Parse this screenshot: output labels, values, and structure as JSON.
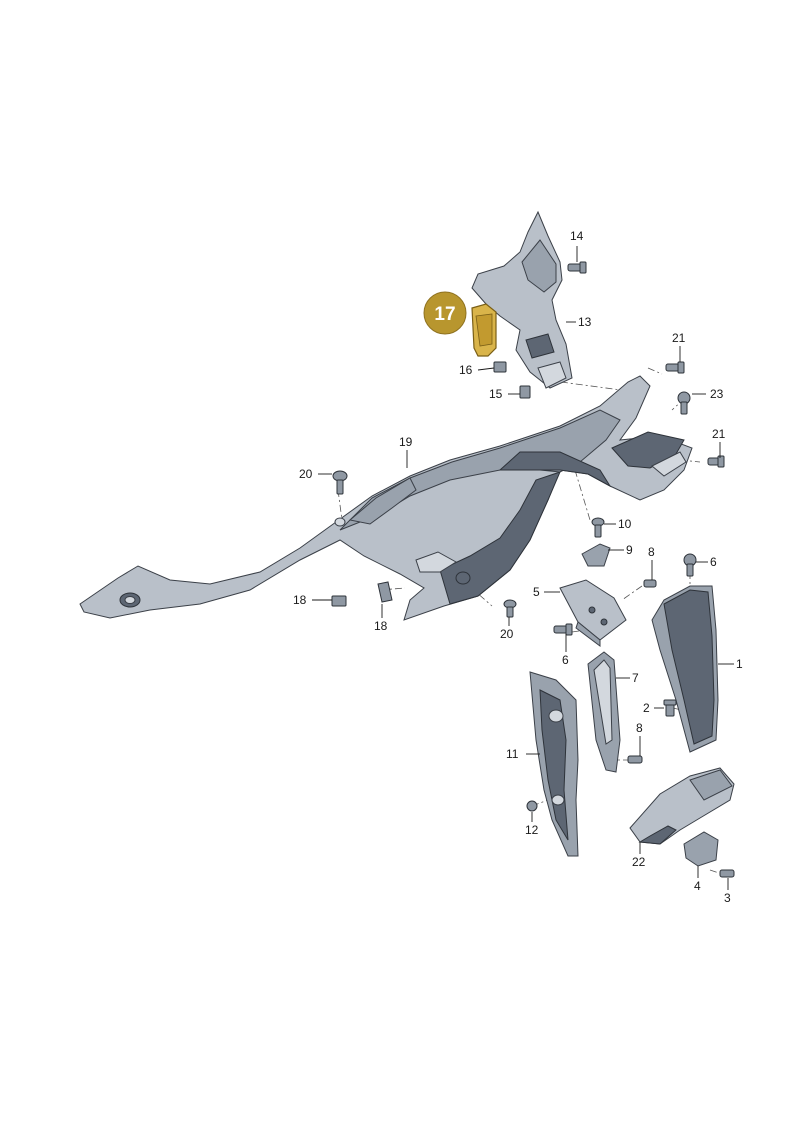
{
  "highlight": {
    "label": "17",
    "badge_color": "#b8962e",
    "badge_text_color": "#ffffff",
    "part_color": "#d9b44a"
  },
  "callouts": {
    "c1": "1",
    "c2": "2",
    "c3": "3",
    "c4": "4",
    "c5": "5",
    "c6a": "6",
    "c6b": "6",
    "c7": "7",
    "c8a": "8",
    "c8b": "8",
    "c9": "9",
    "c10": "10",
    "c11": "11",
    "c12": "12",
    "c13": "13",
    "c14": "14",
    "c15": "15",
    "c16": "16",
    "c18a": "18",
    "c18b": "18",
    "c19": "19",
    "c20a": "20",
    "c20b": "20",
    "c21a": "21",
    "c21b": "21",
    "c22": "22",
    "c23": "23"
  }
}
